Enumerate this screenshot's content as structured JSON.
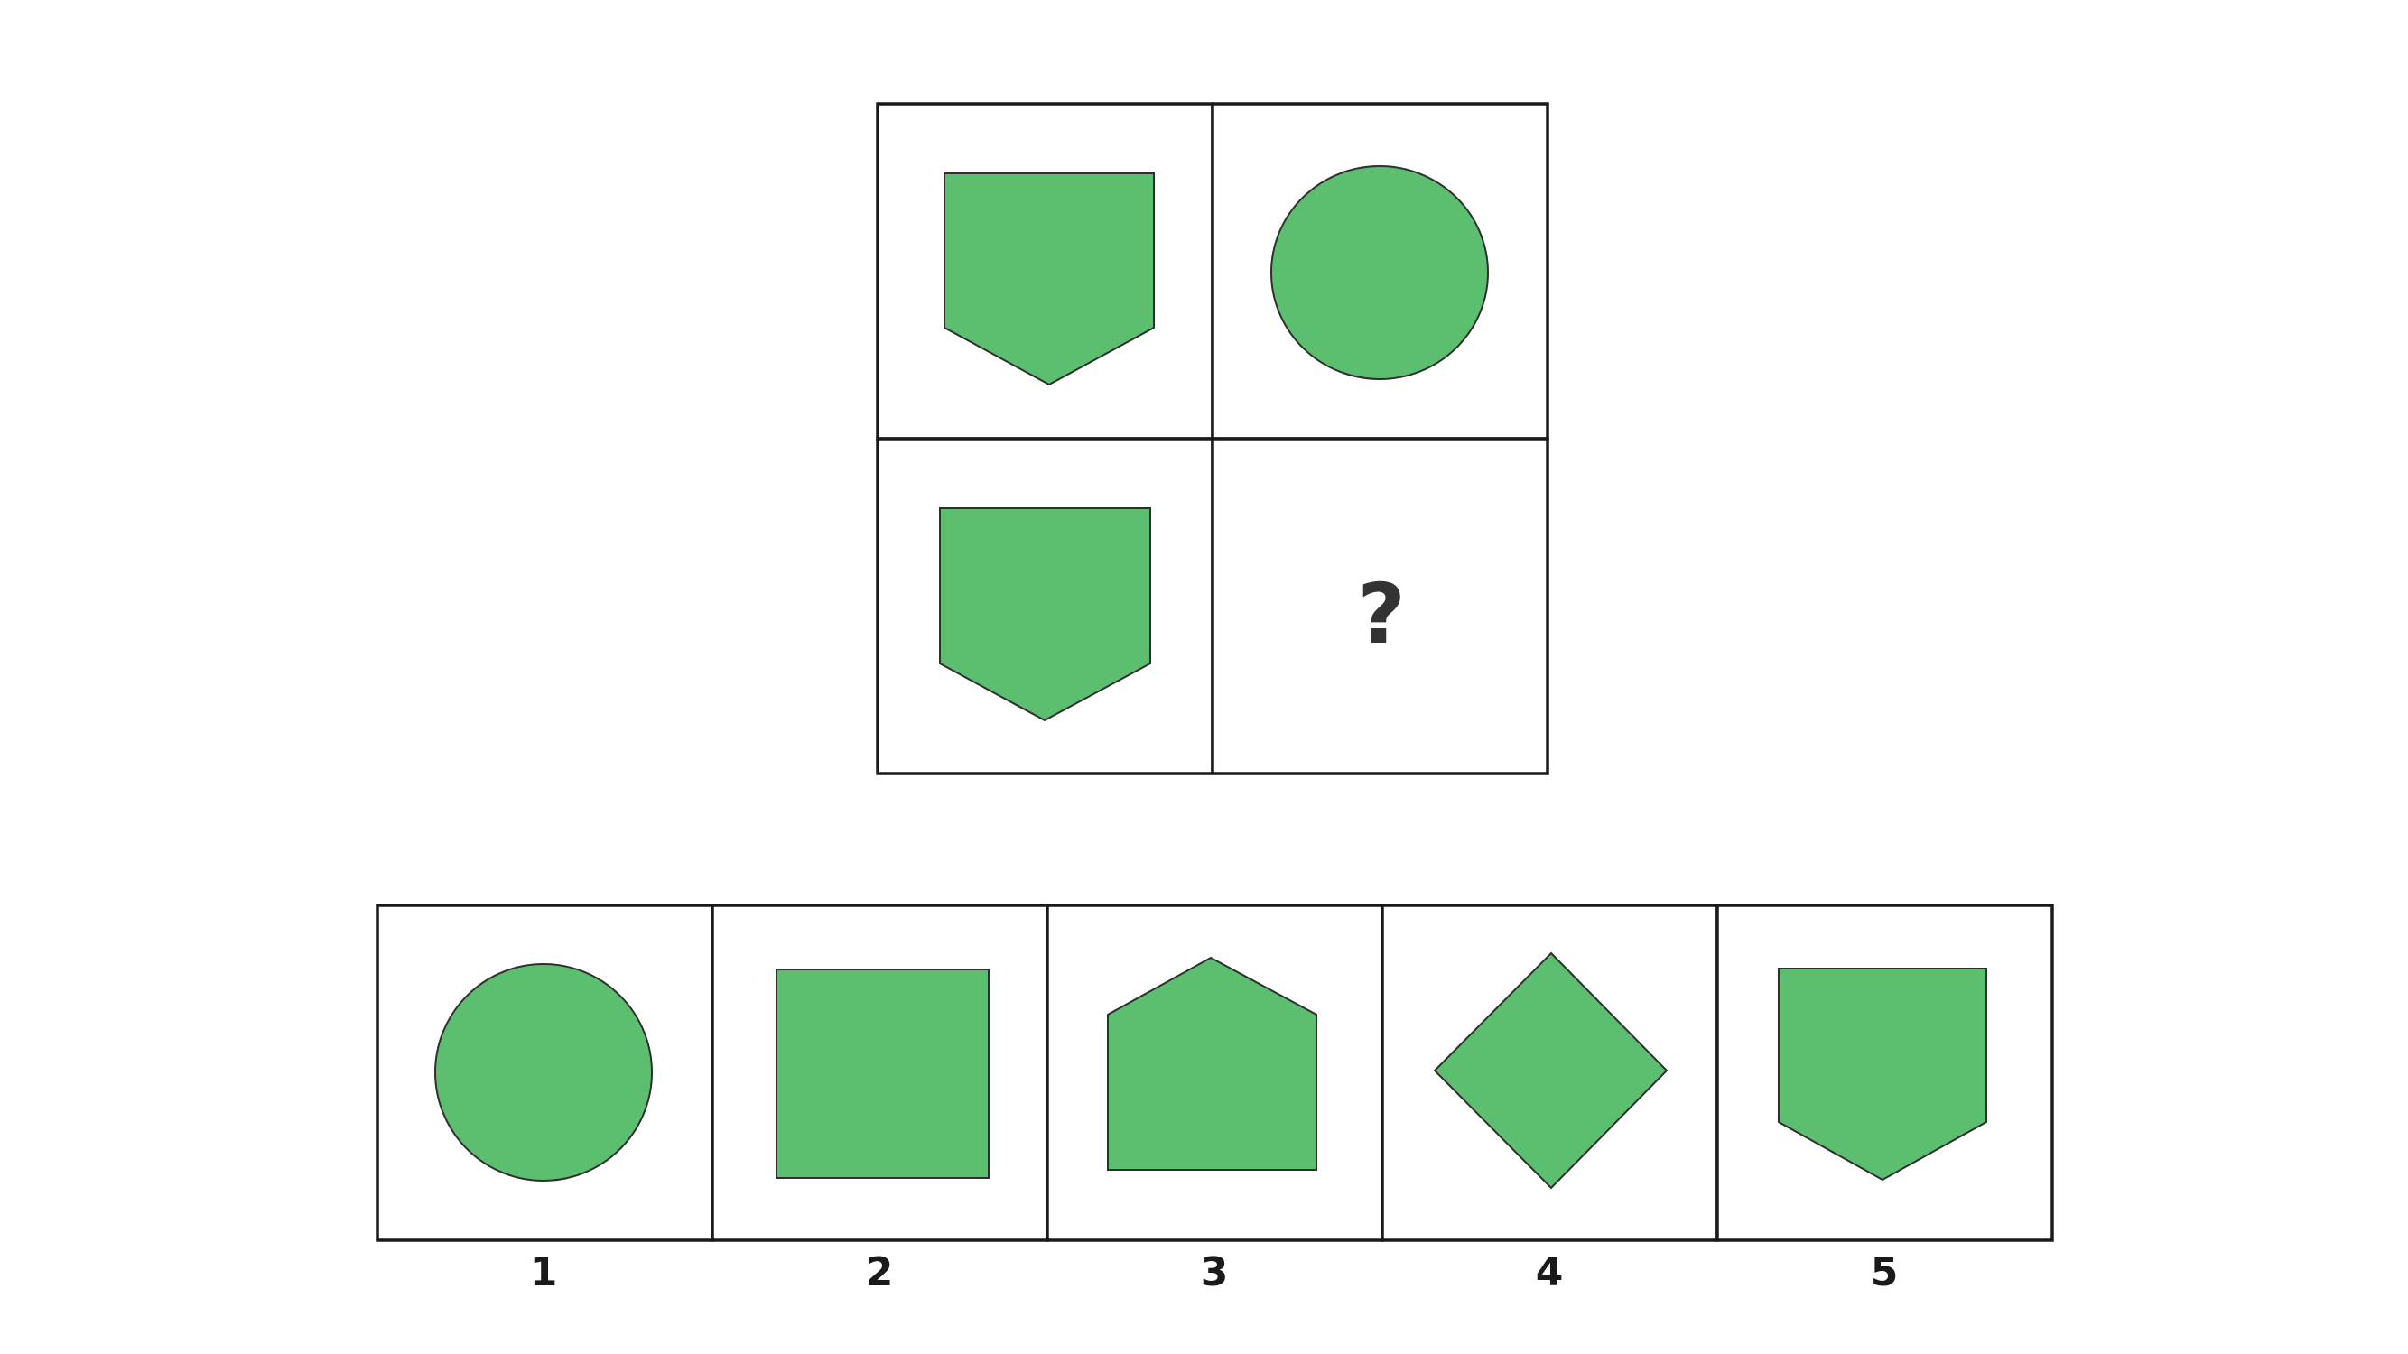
{
  "colors": {
    "shape_fill": "#5cbf70",
    "border": "#1a1a1a",
    "question_mark": "#333333"
  },
  "matrix": {
    "cells": [
      {
        "row": 0,
        "col": 0,
        "shape": "pentagon-point-down"
      },
      {
        "row": 0,
        "col": 1,
        "shape": "circle"
      },
      {
        "row": 1,
        "col": 0,
        "shape": "pentagon-point-down"
      },
      {
        "row": 1,
        "col": 1,
        "shape": "missing",
        "label": "?"
      }
    ]
  },
  "options": [
    {
      "number": "1",
      "shape": "circle"
    },
    {
      "number": "2",
      "shape": "square"
    },
    {
      "number": "3",
      "shape": "pentagon-point-up"
    },
    {
      "number": "4",
      "shape": "diamond"
    },
    {
      "number": "5",
      "shape": "pentagon-point-down"
    }
  ]
}
